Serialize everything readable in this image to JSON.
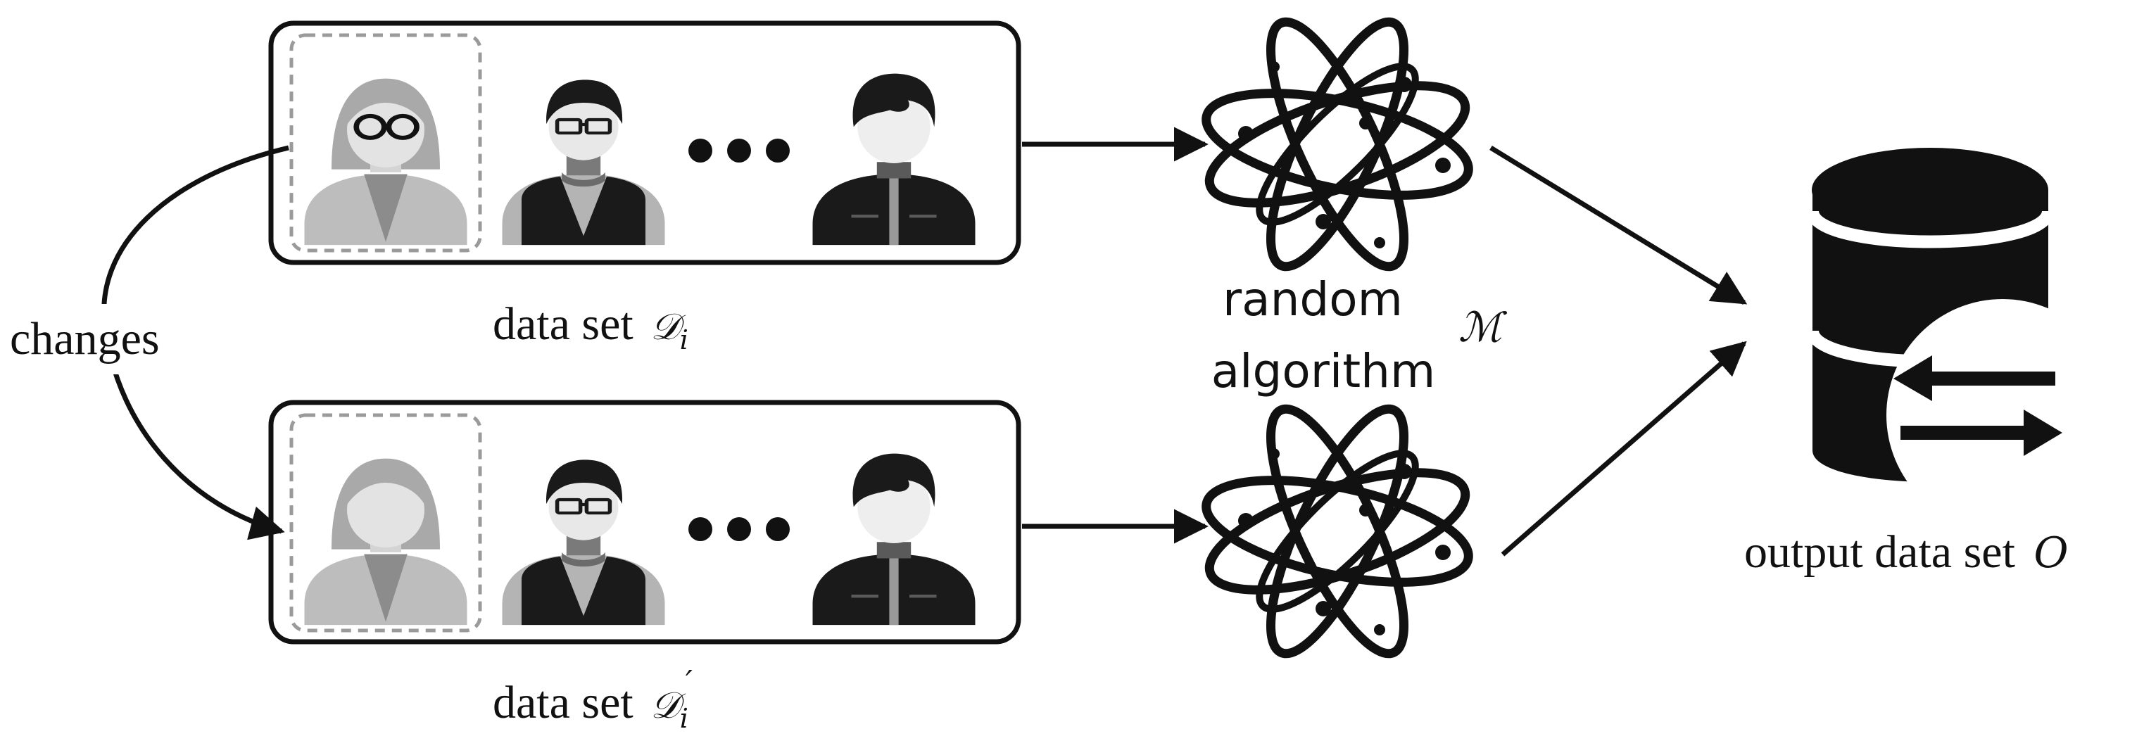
{
  "diagram": {
    "changes_label": "changes",
    "dataset_top": {
      "prefix": "data set",
      "symbol": "𝒟",
      "subscript": "i",
      "prime": ""
    },
    "dataset_bottom": {
      "prefix": "data set",
      "symbol": "𝒟",
      "subscript": "i",
      "prime": "′"
    },
    "algorithm": {
      "line1": "random",
      "line2": "algorithm",
      "symbol": "ℳ"
    },
    "output": {
      "prefix": "output data set",
      "symbol": "O"
    },
    "ellipsis": "•••"
  },
  "colors": {
    "stroke": "#111111",
    "person_light": "#b9b9b9",
    "person_mid": "#7a7a7a",
    "person_dark": "#1a1a1a",
    "dashed": "#9a9a9a"
  },
  "icons": [
    "user-female-icon",
    "user-glasses-icon",
    "user-male-icon",
    "atom-icon",
    "database-sync-icon"
  ]
}
